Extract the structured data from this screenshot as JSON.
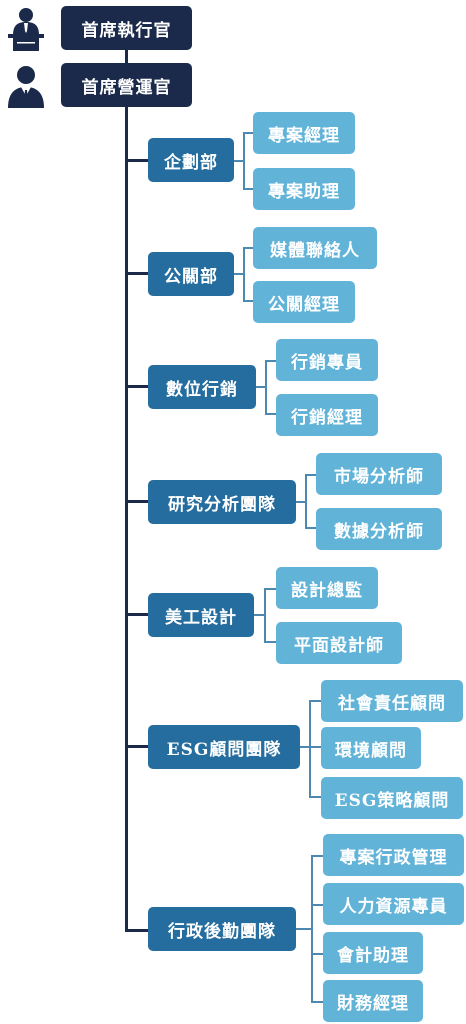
{
  "colors": {
    "executive": "#1b2a4a",
    "department": "#256d9e",
    "role": "#62b3d8",
    "connector": "#1b2a4a"
  },
  "executives": [
    {
      "title": "首席執行官",
      "icon": "speaker-at-podium-icon"
    },
    {
      "title": "首席營運官",
      "icon": "person-in-suit-icon"
    }
  ],
  "departments": [
    {
      "name": "企劃部",
      "roles": [
        "專案經理",
        "專案助理"
      ]
    },
    {
      "name": "公關部",
      "roles": [
        "媒體聯絡人",
        "公關經理"
      ]
    },
    {
      "name": "數位行銷",
      "roles": [
        "行銷專員",
        "行銷經理"
      ]
    },
    {
      "name": "研究分析團隊",
      "roles": [
        "市場分析師",
        "數據分析師"
      ]
    },
    {
      "name": "美工設計",
      "roles": [
        "設計總監",
        "平面設計師"
      ]
    },
    {
      "name": "ESG顧問團隊",
      "roles": [
        "社會責任顧問",
        "環境顧問",
        "ESG策略顧問"
      ]
    },
    {
      "name": "行政後勤團隊",
      "roles": [
        "專案行政管理",
        "人力資源專員",
        "會計助理",
        "財務經理"
      ]
    }
  ]
}
